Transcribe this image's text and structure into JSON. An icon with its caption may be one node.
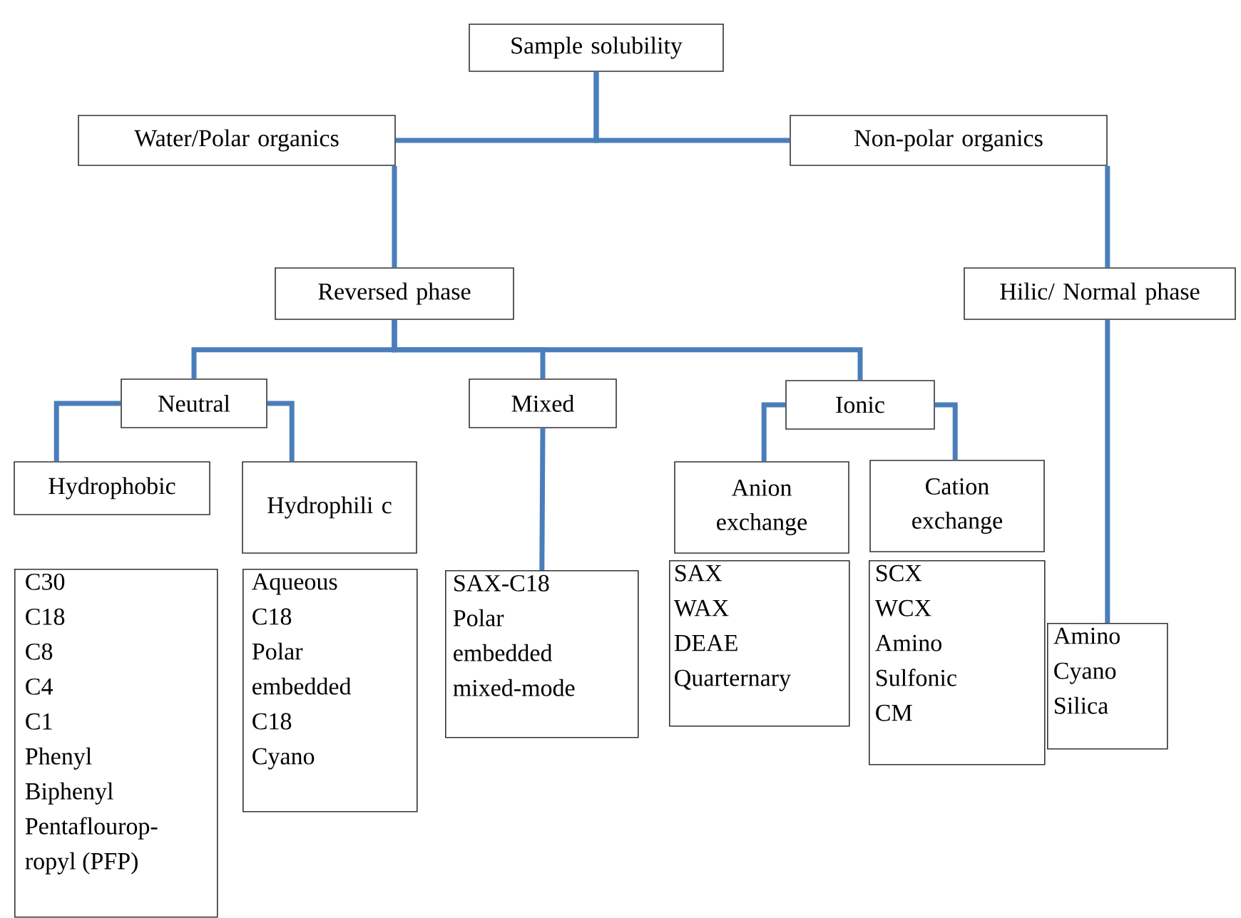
{
  "diagram": {
    "nodes": [
      {
        "text": [
          "Sample solubility"
        ]
      },
      {
        "text": [
          "Water/Polar organics"
        ]
      },
      {
        "text": [
          "Non-polar organics"
        ]
      },
      {
        "text": [
          "Reversed phase"
        ]
      },
      {
        "text": [
          "Hilic/ Normal phase"
        ]
      },
      {
        "text": [
          "Neutral"
        ]
      },
      {
        "text": [
          "Mixed"
        ]
      },
      {
        "text": [
          "Ionic"
        ]
      },
      {
        "text": [
          "Hydrophobic"
        ]
      },
      {
        "text": [
          "Hydrophili c"
        ]
      },
      {
        "text": [
          "Anion exchange"
        ]
      },
      {
        "text": [
          "Cation exchange"
        ]
      },
      {
        "text": [
          "C30",
          "C18",
          "C8",
          "C4",
          "C1",
          "Phenyl",
          "Biphenyl",
          "Pentaflourop- ropyl (PFP)"
        ]
      },
      {
        "text": [
          "Aqueous",
          "C18",
          "Polar",
          "embedded",
          "C18",
          "Cyano"
        ]
      },
      {
        "text": [
          "SAX-C18",
          "Polar",
          "embedded",
          "mixed-mode"
        ]
      },
      {
        "text": [
          "SAX",
          "WAX",
          "DEAE",
          "Quarternary"
        ]
      },
      {
        "text": [
          "SCX",
          "WCX",
          "Amino",
          "Sulfonic",
          "CM"
        ]
      },
      {
        "text": [
          "Amino",
          "Cyano",
          "Silica"
        ]
      }
    ],
    "edges": [
      {
        "from": 0,
        "to": 1,
        "arrow": "none"
      },
      {
        "from": 0,
        "to": 2,
        "arrow": "none"
      },
      {
        "from": 1,
        "to": 3,
        "arrow": "none"
      },
      {
        "from": 2,
        "to": 4,
        "arrow": "none"
      },
      {
        "from": 3,
        "to": 5,
        "arrow": "none"
      },
      {
        "from": 3,
        "to": 6,
        "arrow": "none"
      },
      {
        "from": 3,
        "to": 7,
        "arrow": "none"
      },
      {
        "from": 5,
        "to": 8,
        "arrow": "none"
      },
      {
        "from": 5,
        "to": 9,
        "arrow": "none"
      },
      {
        "from": 6,
        "to": 14,
        "arrow": "none"
      },
      {
        "from": 7,
        "to": 10,
        "arrow": "none"
      },
      {
        "from": 7,
        "to": 11,
        "arrow": "none"
      },
      {
        "from": 4,
        "to": 17,
        "arrow": "none"
      }
    ]
  }
}
